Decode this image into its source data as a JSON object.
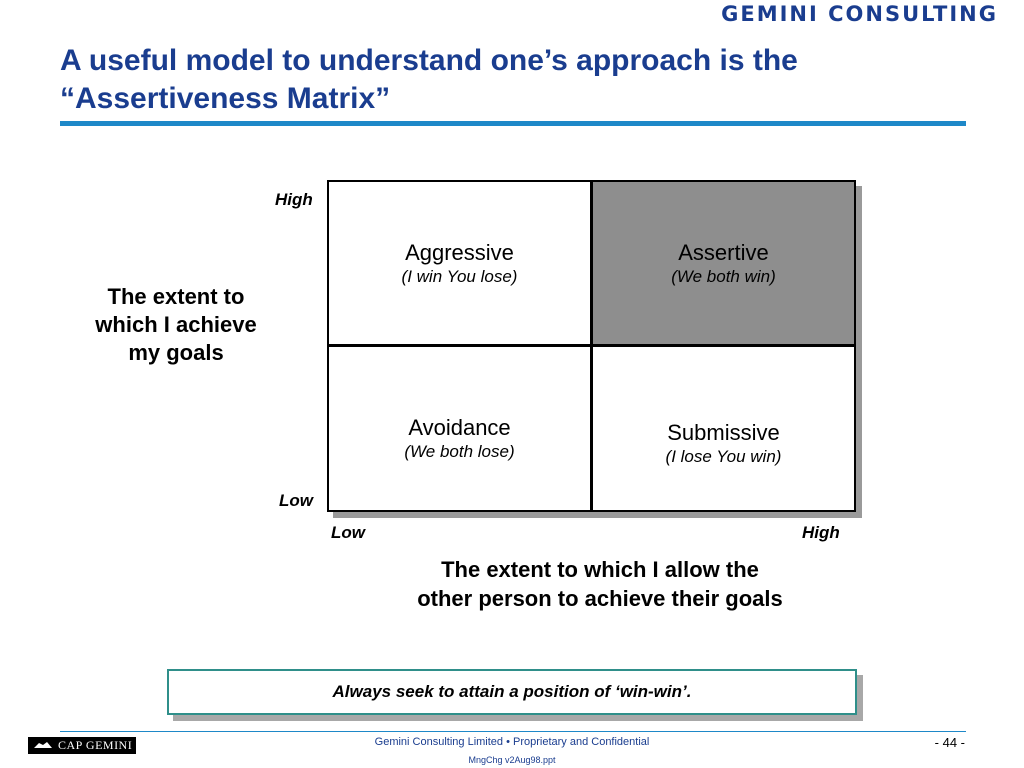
{
  "header": {
    "brand": "GEMINI CONSULTING",
    "title_line1": "A useful model to understand one’s approach is the",
    "title_line2": "“Assertiveness Matrix”"
  },
  "matrix": {
    "y_axis": {
      "high": "High",
      "low": "Low",
      "title_lines": [
        "The extent to",
        "which I achieve",
        "my goals"
      ]
    },
    "x_axis": {
      "low": "Low",
      "high": "High",
      "title_lines": [
        "The extent to which I allow the",
        "other person  to achieve their goals"
      ]
    },
    "quadrants": [
      {
        "name": "Aggressive",
        "sub": "(I win You lose)"
      },
      {
        "name": "Assertive",
        "sub": "(We both win)"
      },
      {
        "name": "Avoidance",
        "sub": "(We both lose)"
      },
      {
        "name": "Submissive",
        "sub": "(I lose You win)"
      }
    ],
    "highlight_color": "#8e8e8e"
  },
  "callout": {
    "text": "Always seek to attain a position of ‘win-win’."
  },
  "footer": {
    "logo_text": "CAP GEMINI",
    "center": "Gemini Consulting Limited  •  Proprietary and Confidential",
    "file": "MngChg v2Aug98.ppt",
    "page": "- 44 -"
  },
  "colors": {
    "title": "#1a3d8f",
    "rule": "#1e88c8",
    "callout_border": "#2f8f8a"
  }
}
